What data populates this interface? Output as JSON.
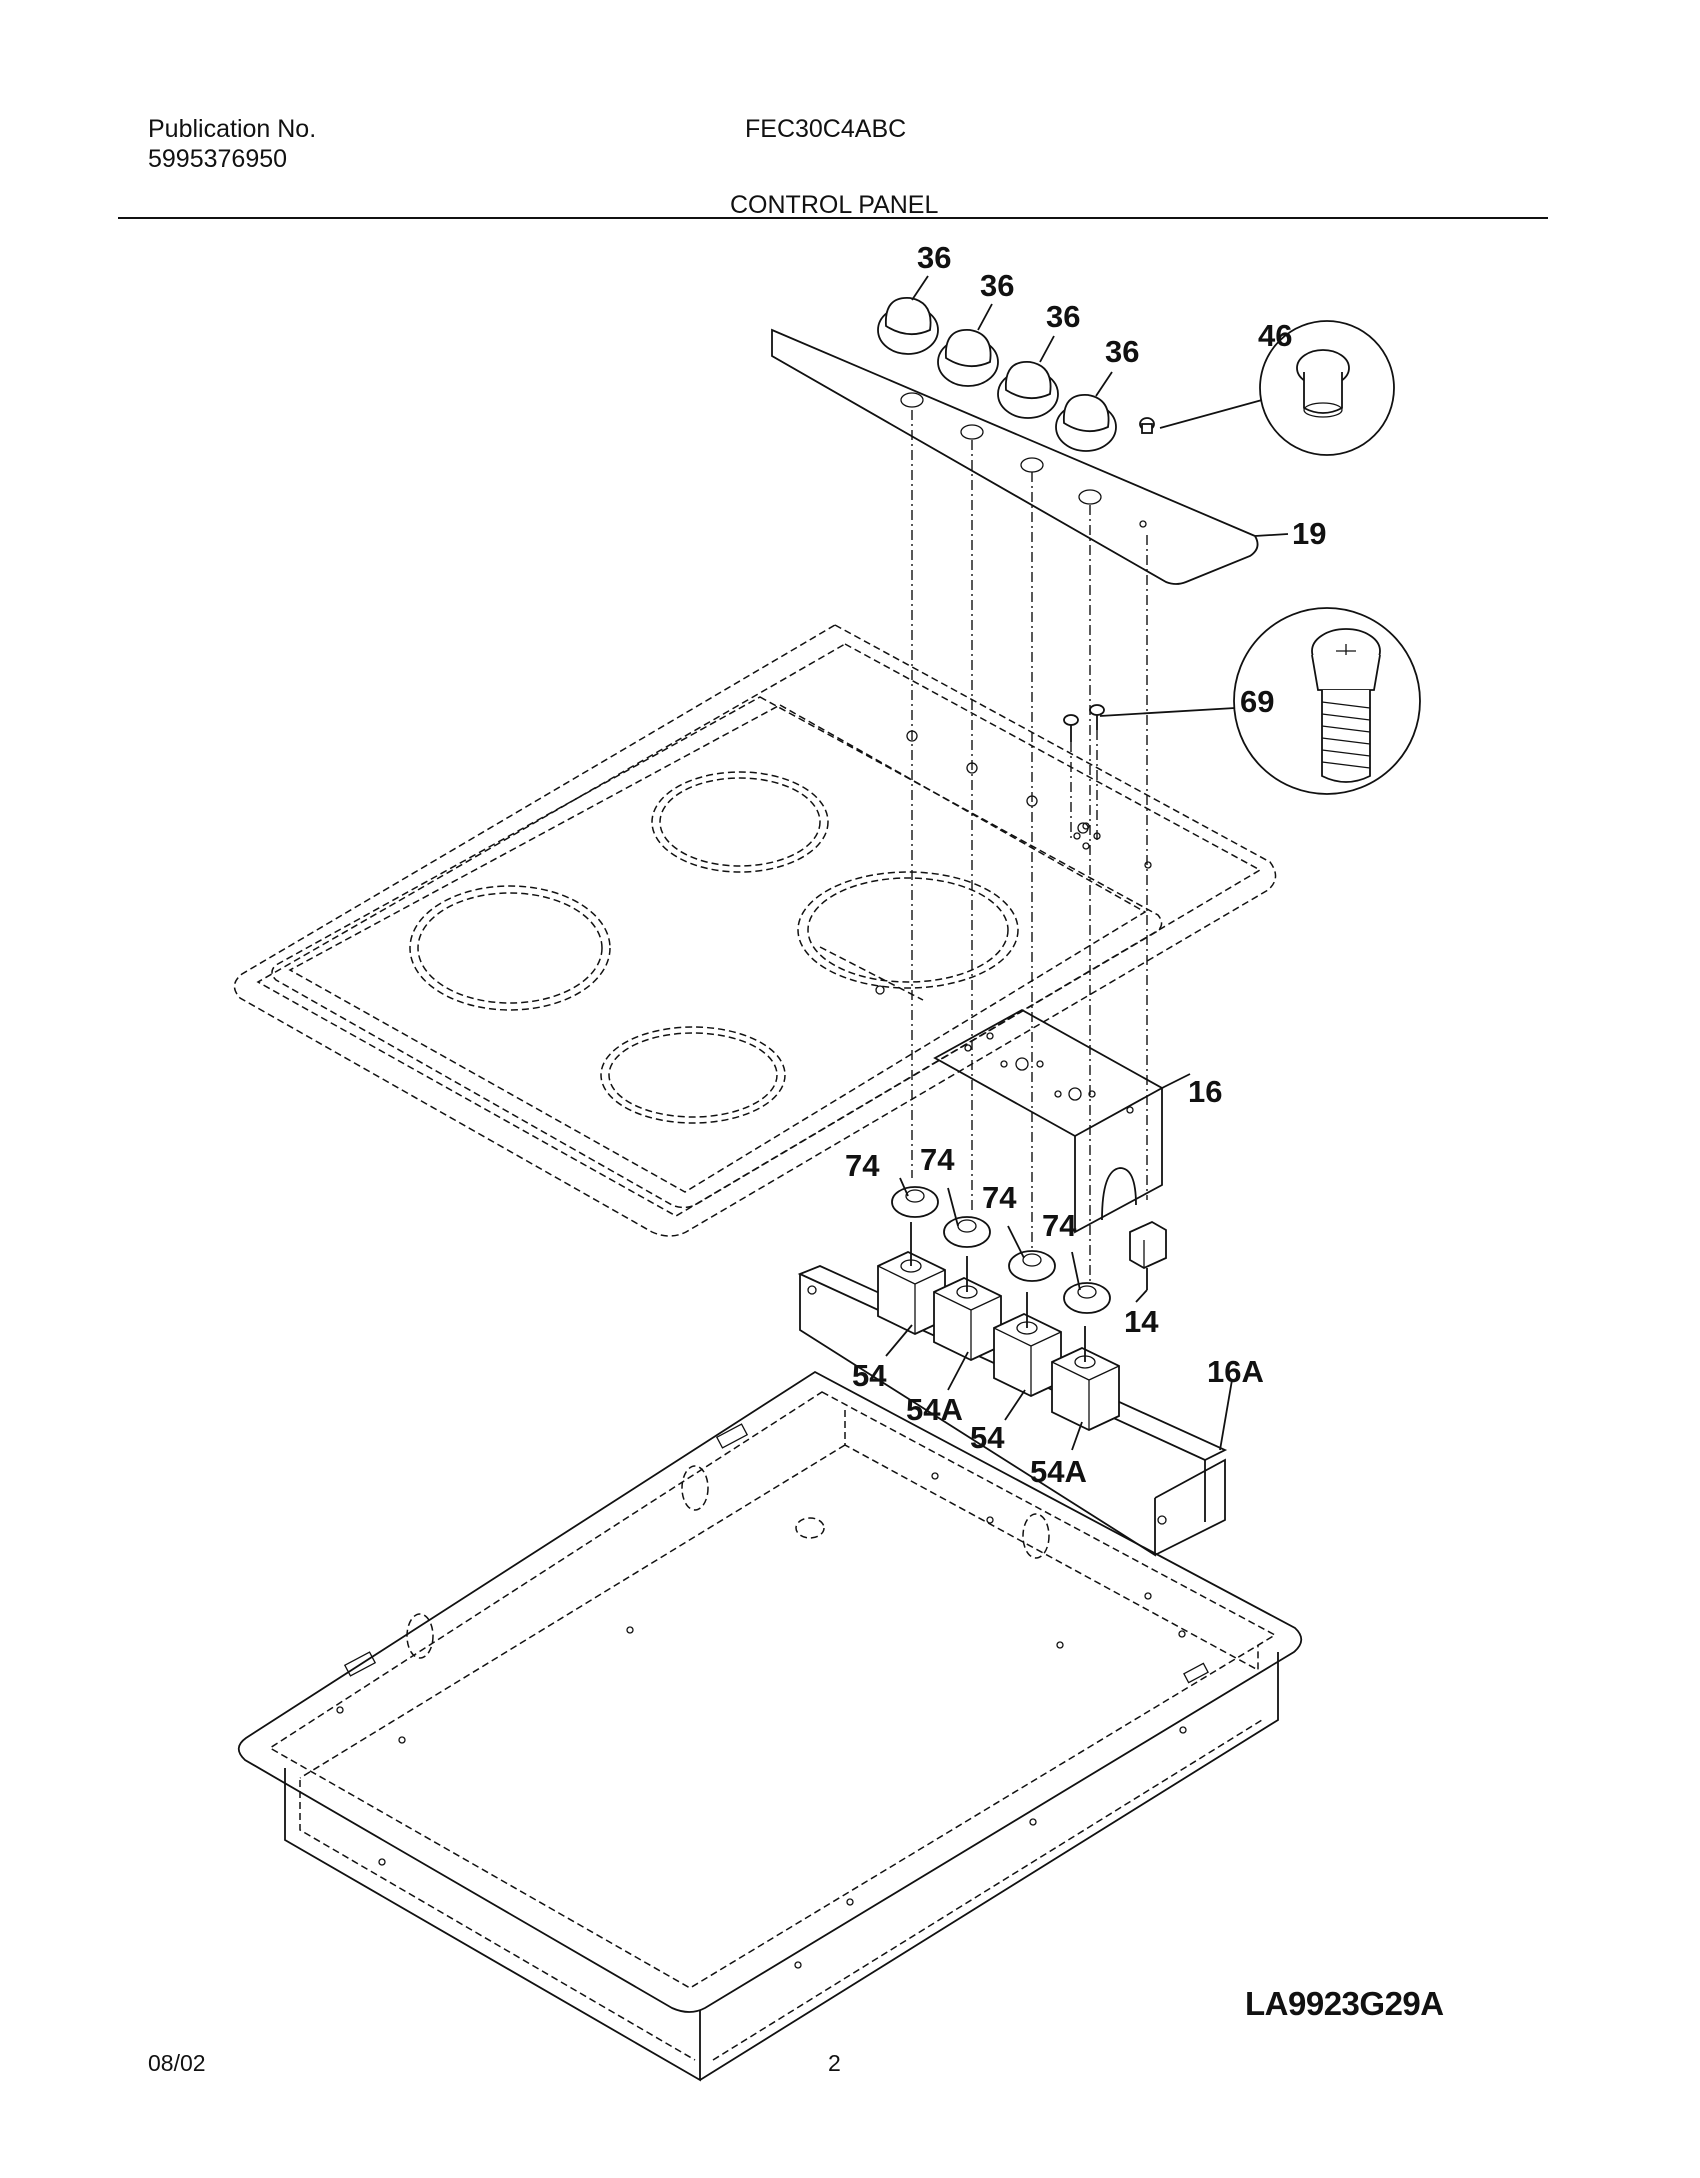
{
  "header": {
    "publication_label": "Publication No.",
    "publication_number": "5995376950",
    "model": "FEC30C4ABC",
    "section_title": "CONTROL PANEL"
  },
  "footer": {
    "date": "08/02",
    "page": "2",
    "drawing_id": "LA9923G29A"
  },
  "callouts": {
    "knob_1": "36",
    "knob_2": "36",
    "knob_3": "36",
    "knob_4": "36",
    "indicator_light": "46",
    "control_panel": "19",
    "screw": "69",
    "bracket": "16",
    "switch_bracket": "16A",
    "indicator_switch": "14",
    "seal_1": "74",
    "seal_2": "74",
    "seal_3": "74",
    "seal_4": "74",
    "switch_1": "54",
    "switch_2": "54A",
    "switch_3": "54",
    "switch_4": "54A"
  }
}
